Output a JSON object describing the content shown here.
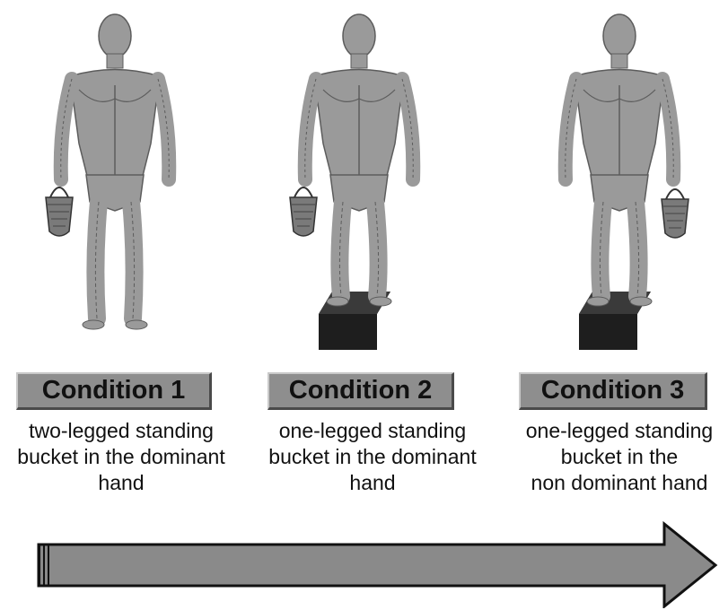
{
  "conditions": [
    {
      "title": "Condition 1",
      "lines": [
        "two-legged standing",
        "bucket in the dominant",
        "hand"
      ],
      "stance": "two-legged",
      "step_block": false,
      "bucket_hand": "dominant"
    },
    {
      "title": "Condition 2",
      "lines": [
        "one-legged standing",
        "bucket in the dominant",
        "hand"
      ],
      "stance": "one-legged",
      "step_block": true,
      "bucket_hand": "dominant"
    },
    {
      "title": "Condition 3",
      "lines": [
        "one-legged standing",
        "bucket in the",
        "non dominant hand"
      ],
      "stance": "one-legged",
      "step_block": true,
      "bucket_hand": "non-dominant"
    }
  ],
  "colors": {
    "label_fill": "#8e8e8e",
    "arrow_fill": "#8a8a8a",
    "block_fill": "#1e1e1e",
    "figure_skin": "#9a9a9a",
    "figure_dark": "#5c5c5c"
  },
  "icons": {
    "figure": "anatomy-figure-icon",
    "bucket": "bucket-icon",
    "arrow": "progression-arrow"
  }
}
